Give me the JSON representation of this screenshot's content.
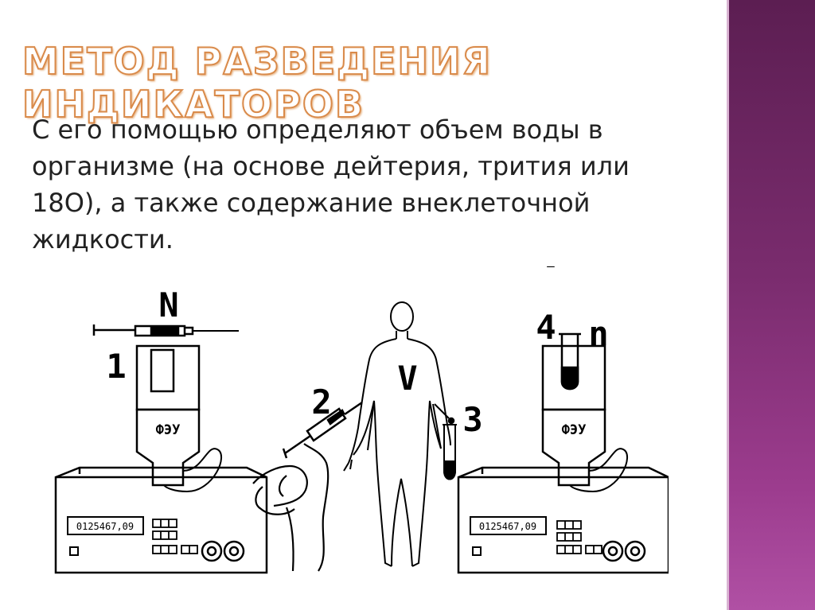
{
  "slide": {
    "title": "МЕТОД РАЗВЕДЕНИЯ ИНДИКАТОРОВ",
    "body": "С его помощью определяют объем воды в организме (на основе дейтерия, трития или 18О), а также содержание внеклеточной жидкости."
  },
  "diagram": {
    "label_N": "N",
    "label_1": "1",
    "label_2": "2",
    "label_3": "3",
    "label_4": "4",
    "label_n": "n",
    "label_V": "V",
    "label_dash": "–",
    "detector_label_left": "ФЭУ",
    "detector_label_right": "ФЭУ",
    "display_left": "0125467,09",
    "display_right": "0125467,09"
  },
  "colors": {
    "side_band": "#7a2c6e",
    "title_outline": "#d98a4a",
    "line": "#000000"
  }
}
